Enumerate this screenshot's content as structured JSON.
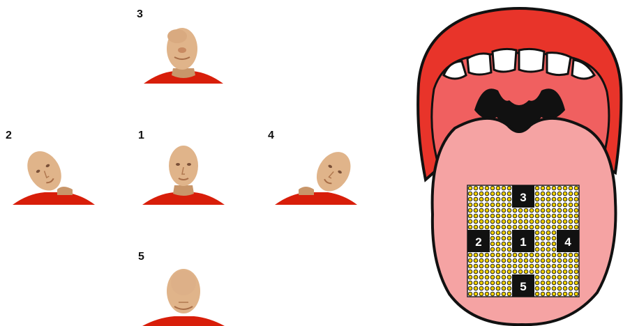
{
  "heads": [
    {
      "id": "1",
      "label": "1",
      "pose": "neutral"
    },
    {
      "id": "2",
      "label": "2",
      "pose": "tilt-left"
    },
    {
      "id": "3",
      "label": "3",
      "pose": "look-up"
    },
    {
      "id": "4",
      "label": "4",
      "pose": "tilt-right"
    },
    {
      "id": "5",
      "label": "5",
      "pose": "look-down"
    }
  ],
  "grid": {
    "cells": [
      "1",
      "2",
      "3",
      "4",
      "5"
    ]
  },
  "colors": {
    "skin": "#e0b48a",
    "shirt": "#d81e0a",
    "lips": "#e8342a",
    "mouth_inner": "#f06060",
    "tongue": "#f5a3a3",
    "throat": "#111111",
    "grid_dot": "#f0d000"
  }
}
